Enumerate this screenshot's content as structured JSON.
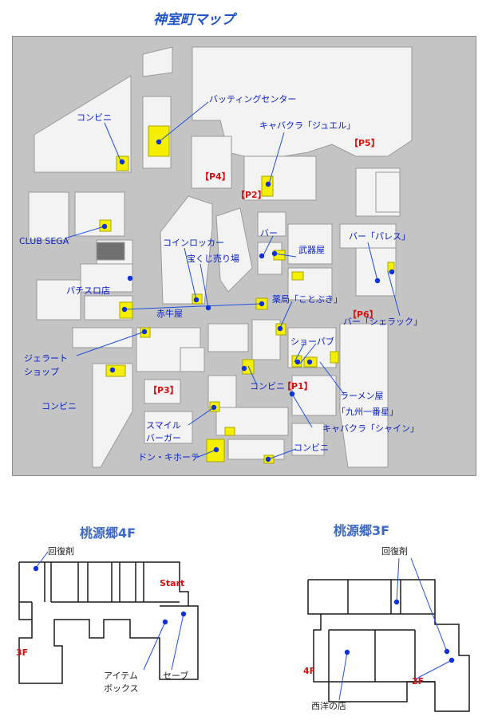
{
  "titles": {
    "kamuro_map": "神室町マップ",
    "tougen_4f": "桃源郷4F",
    "tougen_3f": "桃源郷3F"
  },
  "colors": {
    "map_bg": "#c4c4c4",
    "building": "#f3f3f3",
    "yellow": "#f5f000",
    "marker": "#1030d8",
    "line": "#2050e0",
    "label": "#0a20c8",
    "parking": "#d81010"
  },
  "kamuro_labels": {
    "batting": "バッティングセンター",
    "conbini_1": "コンビニ",
    "kyabakura_jewel": "キャバクラ「ジュエル」",
    "p5": "【P5】",
    "p4": "【P4】",
    "p2": "【P2】",
    "club_sega": "CLUB SEGA",
    "coin_locker": "コインロッカー",
    "bar": "バー",
    "bar_palace": "バー「パレス」",
    "takarakuji": "宝くじ売り場",
    "buki": "武器屋",
    "pachislot": "パチスロ店",
    "yakkyoku": "薬局「ことぶき」",
    "akaushi": "赤牛屋",
    "p6": "【P6】",
    "bar_chelaque": "バー「シェラック」",
    "gelato_1": "ジェラート",
    "gelato_2": "ショップ",
    "showpub": "ショーパブ",
    "conbini_2": "コンビニ",
    "conbini_3": "コンビニ",
    "p3": "【P3】",
    "p1": "【P1】",
    "ramen_1": "ラーメン屋",
    "ramen_2": "「九州一番星」",
    "smile_1": "スマイル",
    "smile_2": "バーガー",
    "kyabakura_shine": "キャバクラ「シャイン」",
    "conbini_4": "コンビニ",
    "donki": "ドン・キホーテ"
  },
  "tougen4f_labels": {
    "kaifuku": "回復剤",
    "start": "Start",
    "f3": "3F",
    "item_box_1": "アイテム",
    "item_box_2": "ボックス",
    "save": "セーブ"
  },
  "tougen3f_labels": {
    "kaifuku": "回復剤",
    "f4": "4F",
    "f2": "2F",
    "seiyou": "西洋の店"
  }
}
